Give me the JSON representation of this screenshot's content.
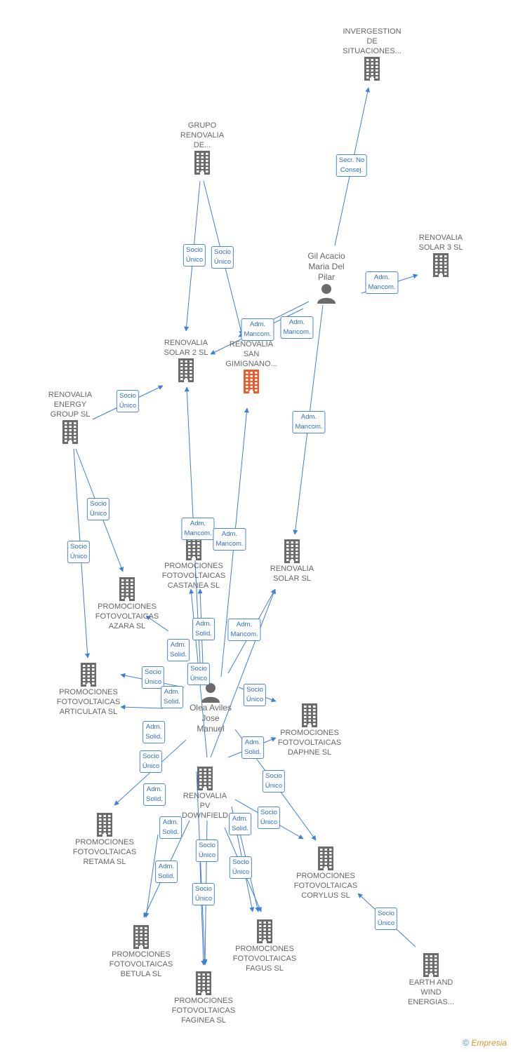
{
  "colors": {
    "edge": "#3f7fd9",
    "building": "#6b6b6b",
    "focus": "#f05a28",
    "label_border": "#4a86d6"
  },
  "nodes": [
    {
      "id": "invergestion",
      "label": "INVERGESTION\nDE\nSITUACIONES...",
      "kind": "company"
    },
    {
      "id": "grupo",
      "label": "GRUPO\nRENOVALIA\nDE...",
      "kind": "company"
    },
    {
      "id": "solar3",
      "label": "RENOVALIA\nSOLAR 3 SL",
      "kind": "company"
    },
    {
      "id": "gil",
      "label": "Gil Acacio\nMaria Del\nPilar",
      "kind": "person"
    },
    {
      "id": "solar2",
      "label": "RENOVALIA\nSOLAR 2 SL",
      "kind": "company"
    },
    {
      "id": "sangimignano",
      "label": "RENOVALIA\nSAN\nGIMIGNANO...",
      "kind": "focus"
    },
    {
      "id": "energy",
      "label": "RENOVALIA\nENERGY\nGROUP  SL",
      "kind": "company"
    },
    {
      "id": "castanea",
      "label": "PROMOCIONES\nFOTOVOLTAICAS\nCASTANEA SL",
      "kind": "company"
    },
    {
      "id": "solarsl",
      "label": "RENOVALIA\nSOLAR SL",
      "kind": "company"
    },
    {
      "id": "azara",
      "label": "PROMOCIONES\nFOTOVOLTAICAS\nAZARA SL",
      "kind": "company"
    },
    {
      "id": "articulata",
      "label": "PROMOCIONES\nFOTOVOLTAICAS\nARTICULATA SL",
      "kind": "company"
    },
    {
      "id": "olea",
      "label": "Olea Aviles\nJose\nManuel",
      "kind": "person"
    },
    {
      "id": "daphne",
      "label": "PROMOCIONES\nFOTOVOLTAICAS\nDAPHNE SL",
      "kind": "company"
    },
    {
      "id": "pvdownfield",
      "label": "RENOVALIA\nPV\nDOWNFIELD",
      "kind": "company"
    },
    {
      "id": "retama",
      "label": "PROMOCIONES\nFOTOVOLTAICAS\nRETAMA SL",
      "kind": "company"
    },
    {
      "id": "corylus",
      "label": "PROMOCIONES\nFOTOVOLTAICAS\nCORYLUS SL",
      "kind": "company"
    },
    {
      "id": "betula",
      "label": "PROMOCIONES\nFOTOVOLTAICAS\nBETULA SL",
      "kind": "company"
    },
    {
      "id": "fagus",
      "label": "PROMOCIONES\nFOTOVOLTAICAS\nFAGUS SL",
      "kind": "company"
    },
    {
      "id": "earth",
      "label": "EARTH AND\nWIND\nENERGIAS...",
      "kind": "company"
    },
    {
      "id": "faginea",
      "label": "PROMOCIONES\nFOTOVOLTAICAS\nFAGINEA SL",
      "kind": "company"
    }
  ],
  "edge_labels": [
    "Secr.  No\nConsej.",
    "Socio\nÚnico",
    "Socio\nÚnico",
    "Adm.\nMancom.",
    "Adm.\nMancom.",
    "Adm.\nMancom.",
    "Adm.\nMancom.",
    "Socio\nÚnico",
    "Socio\nÚnico",
    "Socio\nÚnico",
    "Adm.\nMancom.",
    "Adm.\nMancom.",
    "Adm.\nMancom.",
    "Adm.\nSolid.",
    "Adm.\nSolid.",
    "Socio\nÚnico",
    "Socio\nÚnico",
    "Adm.\nSolid.",
    "Socio\nÚnico",
    "Adm.\nSolid.",
    "Socio\nÚnico",
    "Adm.\nSolid.",
    "Socio\nÚnico",
    "Adm.\nSolid.",
    "Socio\nÚnico",
    "Adm.\nSolid.",
    "Adm.\nSolid.",
    "Socio\nÚnico",
    "Socio\nÚnico",
    "Adm.\nSolid.",
    "Socio\nÚnico",
    "Socio\nÚnico",
    "Socio\nÚnico"
  ],
  "footer": {
    "copyright": "©",
    "brand": "Empresia"
  }
}
